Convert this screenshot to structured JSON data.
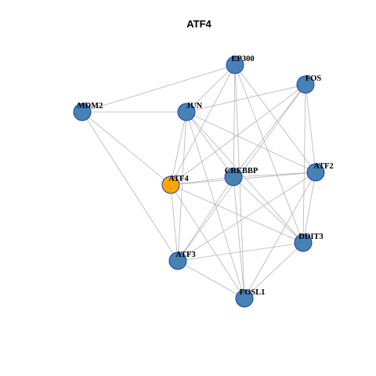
{
  "title": "ATF4",
  "colors": {
    "node_default": "#4682b4",
    "node_focus": "#ffa500",
    "node_border": "#1f3fb8",
    "edge": "#b5b5b5"
  },
  "nodes": [
    {
      "id": "EP300",
      "label": "EP300"
    },
    {
      "id": "FOS",
      "label": "FOS"
    },
    {
      "id": "MDM2",
      "label": "MDM2"
    },
    {
      "id": "JUN",
      "label": "JUN"
    },
    {
      "id": "CREBBP",
      "label": "CREBBP"
    },
    {
      "id": "ATF2",
      "label": "ATF2"
    },
    {
      "id": "ATF4",
      "label": "ATF4",
      "focus": true
    },
    {
      "id": "DDIT3",
      "label": "DDIT3"
    },
    {
      "id": "ATF3",
      "label": "ATF3"
    },
    {
      "id": "FOSL1",
      "label": "FOSL1"
    }
  ],
  "edges": [
    [
      "EP300",
      "MDM2"
    ],
    [
      "EP300",
      "JUN"
    ],
    [
      "EP300",
      "CREBBP"
    ],
    [
      "EP300",
      "ATF2"
    ],
    [
      "EP300",
      "ATF4"
    ],
    [
      "EP300",
      "DDIT3"
    ],
    [
      "EP300",
      "FOSL1"
    ],
    [
      "FOS",
      "JUN"
    ],
    [
      "FOS",
      "CREBBP"
    ],
    [
      "FOS",
      "ATF2"
    ],
    [
      "FOS",
      "ATF4"
    ],
    [
      "FOS",
      "DDIT3"
    ],
    [
      "FOS",
      "ATF3"
    ],
    [
      "MDM2",
      "JUN"
    ],
    [
      "MDM2",
      "ATF4"
    ],
    [
      "MDM2",
      "ATF3"
    ],
    [
      "JUN",
      "CREBBP"
    ],
    [
      "JUN",
      "ATF2"
    ],
    [
      "JUN",
      "ATF4"
    ],
    [
      "JUN",
      "DDIT3"
    ],
    [
      "JUN",
      "ATF3"
    ],
    [
      "JUN",
      "FOSL1"
    ],
    [
      "ATF4",
      "CREBBP"
    ],
    [
      "ATF4",
      "ATF2"
    ],
    [
      "ATF4",
      "ATF3"
    ],
    [
      "ATF4",
      "DDIT3"
    ],
    [
      "ATF4",
      "FOSL1"
    ],
    [
      "CREBBP",
      "ATF2"
    ],
    [
      "CREBBP",
      "DDIT3"
    ],
    [
      "CREBBP",
      "ATF3"
    ],
    [
      "CREBBP",
      "FOSL1"
    ],
    [
      "ATF2",
      "DDIT3"
    ],
    [
      "ATF2",
      "ATF3"
    ],
    [
      "ATF2",
      "FOSL1"
    ],
    [
      "DDIT3",
      "ATF3"
    ],
    [
      "DDIT3",
      "FOSL1"
    ],
    [
      "ATF3",
      "FOSL1"
    ]
  ]
}
